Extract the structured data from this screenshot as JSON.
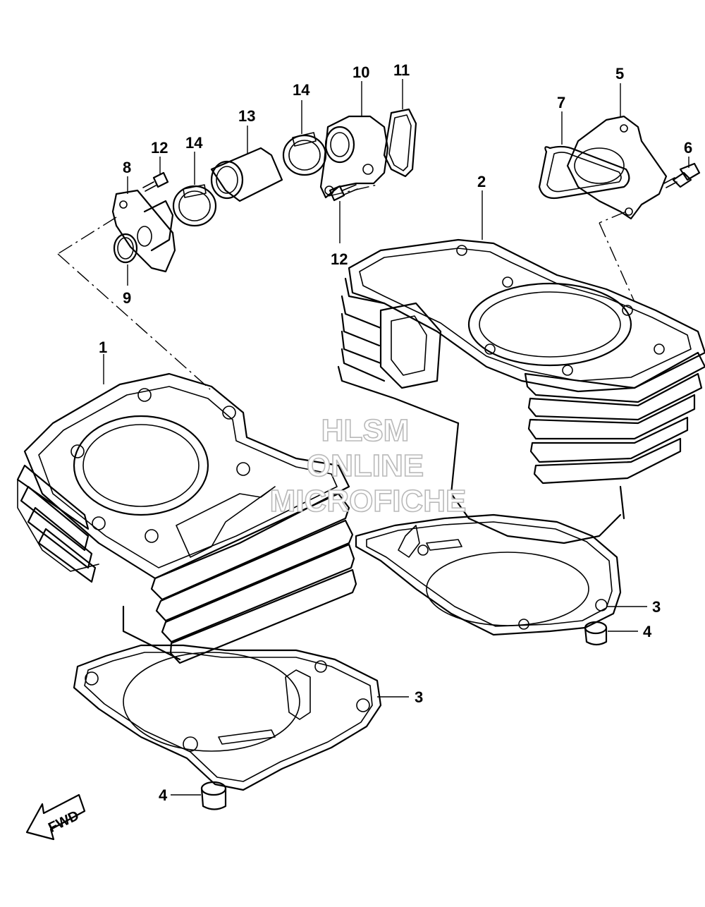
{
  "diagram": {
    "callouts": {
      "c1": "1",
      "c2": "2",
      "c3a": "3",
      "c3b": "3",
      "c4a": "4",
      "c4b": "4",
      "c5": "5",
      "c6": "6",
      "c7": "7",
      "c8": "8",
      "c9": "9",
      "c10": "10",
      "c11": "11",
      "c12a": "12",
      "c12b": "12",
      "c13": "13",
      "c14a": "14",
      "c14b": "14"
    },
    "watermark": {
      "line1": "HLSM",
      "line2": "ONLINE",
      "line3": "MICROFICHE"
    },
    "direction_badge": "FWD"
  },
  "colors": {
    "line": "#000000",
    "background": "#ffffff",
    "watermark_outline": "#b9b9b9"
  }
}
